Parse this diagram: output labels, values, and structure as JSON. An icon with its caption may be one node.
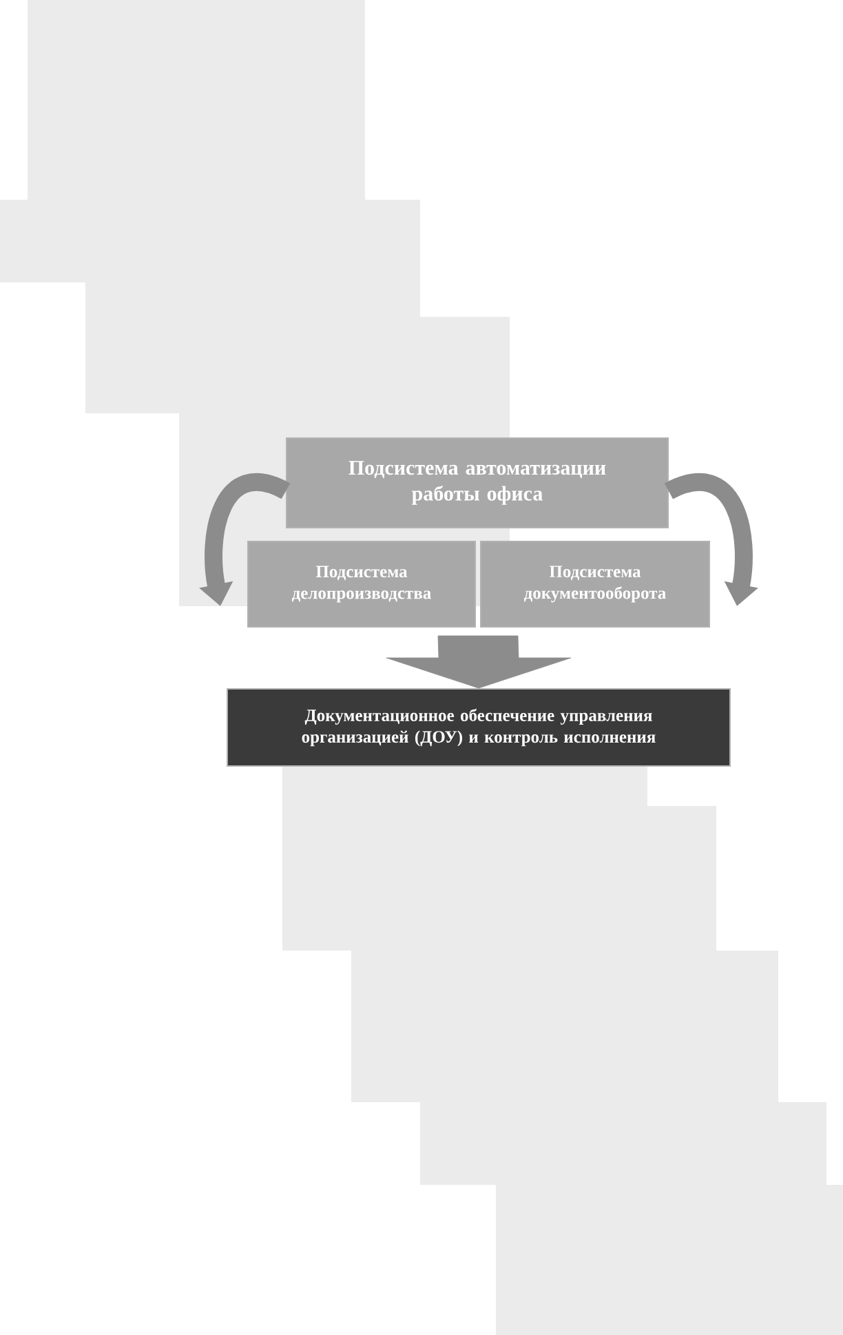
{
  "diagram": {
    "nodes": [
      {
        "text": [
          "Подсистема автоматизации работы офиса"
        ]
      },
      {
        "text": [
          "Подсистема делопроизводства"
        ]
      },
      {
        "text": [
          "Подсистема документооборота"
        ]
      },
      {
        "text": [
          "Документационное обеспечение управления организацией (ДОУ) и контроль исполнения"
        ]
      }
    ],
    "edges": [
      {
        "from": 0,
        "to": null,
        "arrow": "to"
      },
      {
        "from": 0,
        "to": null,
        "arrow": "to"
      },
      {
        "from": 1,
        "to": 3,
        "arrow": "to",
        "style": "thick"
      },
      {
        "from": 2,
        "to": 3,
        "arrow": "to",
        "style": "thick"
      }
    ]
  }
}
